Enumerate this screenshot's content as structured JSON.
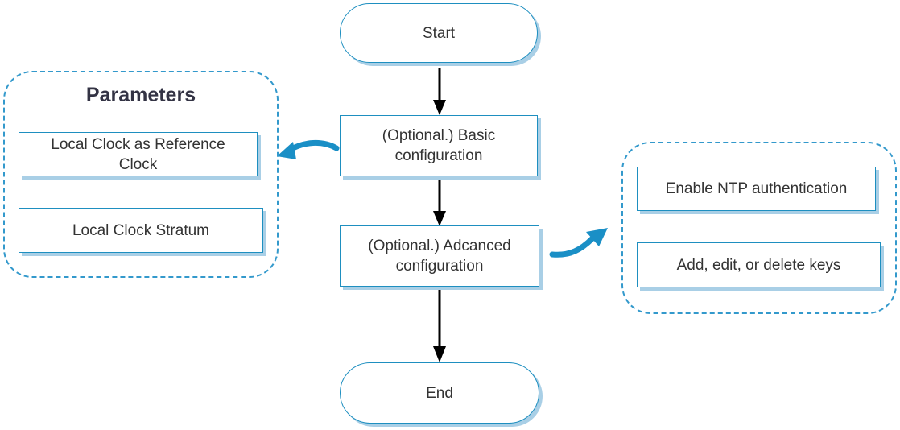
{
  "flow": {
    "start": "Start",
    "basic": "(Optional.) Basic configuration",
    "advanced": "(Optional.) Adcanced configuration",
    "end": "End"
  },
  "parameters": {
    "title": "Parameters",
    "items": [
      "Local Clock as Reference Clock",
      "Local Clock Stratum"
    ]
  },
  "advanced_options": {
    "items": [
      "Enable NTP authentication",
      "Add, edit, or delete keys"
    ]
  },
  "colors": {
    "border": "#1e8fc0",
    "shadow": "#a9cfe6",
    "dashed_group": "#3399cc",
    "curved_arrow": "#1a8fc6",
    "flow_arrow": "#000000"
  }
}
